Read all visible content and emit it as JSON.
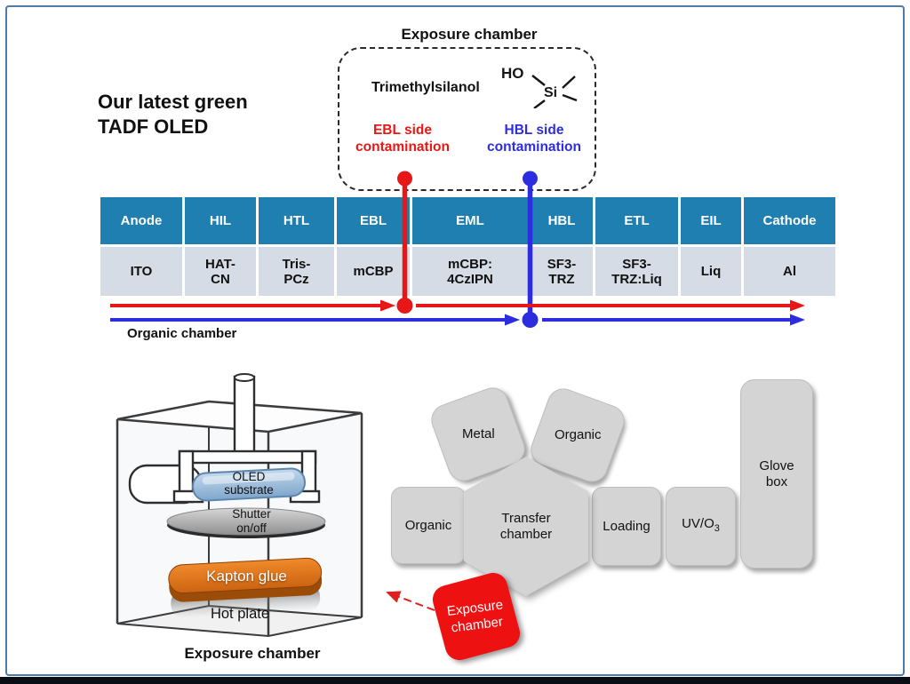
{
  "slide": {
    "title": "Our latest green\nTADF OLED",
    "border_color": "#4e7aa9",
    "bottom_strip_color": "#0a0d13"
  },
  "exposure_box": {
    "title": "Exposure chamber",
    "molecule": "Trimethylsilanol",
    "mol_ho": "HO",
    "mol_si": "Si",
    "ebl_label": "EBL side\ncontamination",
    "hbl_label": "HBL side\ncontamination",
    "red": "#e81717",
    "blue": "#2d2de0"
  },
  "stack_table": {
    "header_bg": "#1f7fb0",
    "row_bg": "#d5dce5",
    "columns": [
      {
        "layer": "Anode",
        "material": "ITO"
      },
      {
        "layer": "HIL",
        "material": "HAT-\nCN"
      },
      {
        "layer": "HTL",
        "material": "Tris-\nPCz"
      },
      {
        "layer": "EBL",
        "material": "mCBP"
      },
      {
        "layer": "EML",
        "material": "mCBP:\n4CzIPN"
      },
      {
        "layer": "HBL",
        "material": "SF3-\nTRZ"
      },
      {
        "layer": "ETL",
        "material": "SF3-\nTRZ:Liq"
      },
      {
        "layer": "EIL",
        "material": "Liq"
      },
      {
        "layer": "Cathode",
        "material": "Al"
      }
    ]
  },
  "arrows": {
    "organic_chamber_label": "Organic chamber",
    "red": "#e81717",
    "blue": "#2d2de0"
  },
  "chamber_diagram": {
    "oled_substrate": "OLED\nsubstrate",
    "shutter": "Shutter\non/off",
    "kapton": "Kapton glue",
    "kapton_color": "#e8791f",
    "substrate_color": "#9ec0e2",
    "hot_plate": "Hot plate",
    "caption": "Exposure chamber"
  },
  "cluster": {
    "metal": "Metal",
    "organic_top": "Organic",
    "organic_left": "Organic",
    "transfer": "Transfer\nchamber",
    "loading": "Loading",
    "uv": "UV/O",
    "uv_sub": "3",
    "glove": "Glove\nbox",
    "exposure": "Exposure\nchamber",
    "gray": "#d4d4d4",
    "red": "#ee1111"
  }
}
